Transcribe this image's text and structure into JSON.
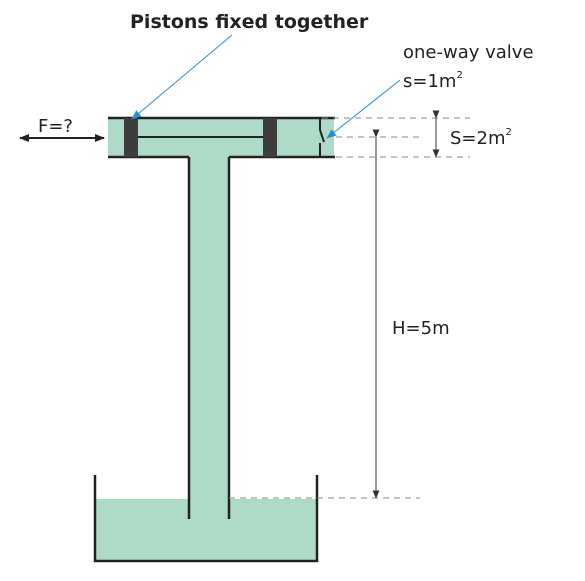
{
  "labels": {
    "pistons": "Pistons fixed together",
    "valve_line1": "one-way valve",
    "valve_line2_base": "s=1m",
    "valve_line2_sup": "2",
    "force": "F=?",
    "area_S_base": "S=2m",
    "area_S_sup": "2",
    "height": "H=5m"
  },
  "colors": {
    "water": "#aedbc8",
    "piston": "#3d3d3d",
    "pointer": "#2b8fd6",
    "outline": "#222222"
  }
}
